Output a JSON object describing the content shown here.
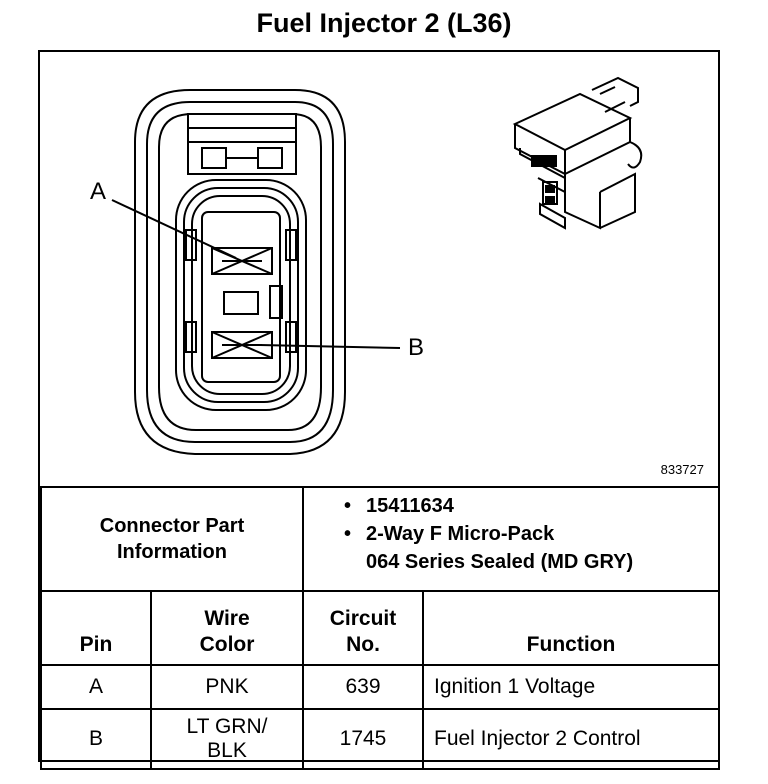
{
  "title": "Fuel Injector 2 (L36)",
  "figure_number": "833727",
  "pin_labels": {
    "a": "A",
    "b": "B"
  },
  "connector_info": {
    "label_line1": "Connector Part",
    "label_line2": "Information",
    "part_number": "15411634",
    "description_line1": "2-Way F Micro-Pack",
    "description_line2": "064 Series Sealed (MD GRY)"
  },
  "table": {
    "headers": {
      "pin": "Pin",
      "wire_color_line1": "Wire",
      "wire_color_line2": "Color",
      "circuit_line1": "Circuit",
      "circuit_line2": "No.",
      "function": "Function"
    },
    "rows": [
      {
        "pin": "A",
        "wire_line1": "PNK",
        "wire_line2": "",
        "circuit": "639",
        "function": "Ignition 1 Voltage"
      },
      {
        "pin": "B",
        "wire_line1": "LT GRN/",
        "wire_line2": "BLK",
        "circuit": "1745",
        "function": "Fuel Injector 2 Control"
      }
    ]
  }
}
